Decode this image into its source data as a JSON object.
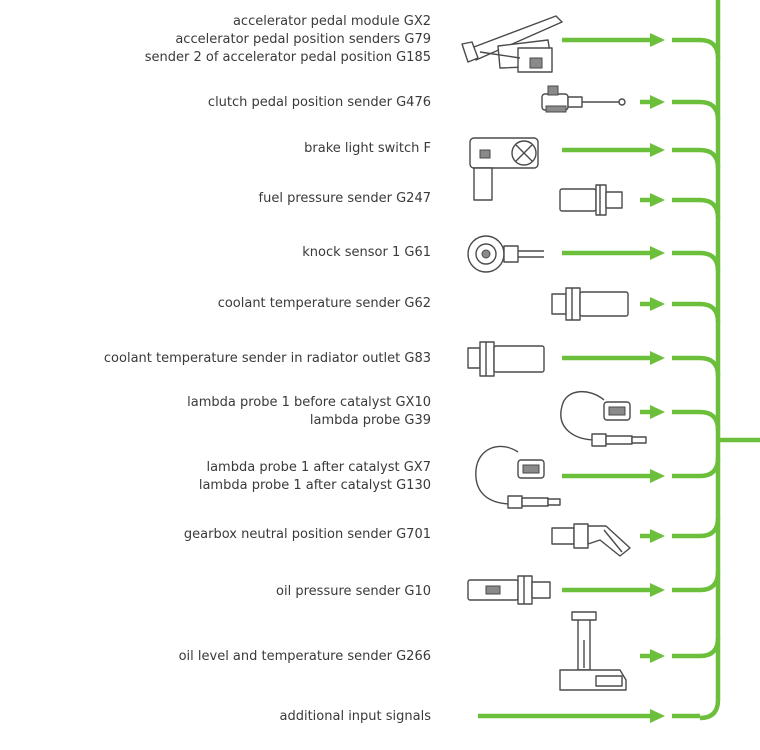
{
  "inputs": [
    {
      "lines": [
        "accelerator pedal module GX2",
        "accelerator pedal position senders G79",
        "sender 2 of accelerator pedal position G185"
      ],
      "icon": "accelerator-pedal-icon"
    },
    {
      "lines": [
        "clutch pedal position sender G476"
      ],
      "icon": "clutch-sender-icon"
    },
    {
      "lines": [
        "brake light switch F"
      ],
      "icon": "brake-switch-icon"
    },
    {
      "lines": [
        "fuel pressure sender G247"
      ],
      "icon": "pressure-sender-icon"
    },
    {
      "lines": [
        "knock sensor 1 G61"
      ],
      "icon": "knock-sensor-icon"
    },
    {
      "lines": [
        "coolant temperature sender G62"
      ],
      "icon": "temperature-sender-icon"
    },
    {
      "lines": [
        "coolant temperature sender in radiator outlet G83"
      ],
      "icon": "temperature-sender-icon"
    },
    {
      "lines": [
        "lambda probe 1 before catalyst GX10",
        "lambda probe G39"
      ],
      "icon": "lambda-probe-icon"
    },
    {
      "lines": [
        "lambda probe 1 after catalyst GX7",
        "lambda probe 1 after catalyst G130"
      ],
      "icon": "lambda-probe-icon"
    },
    {
      "lines": [
        "gearbox neutral position sender G701"
      ],
      "icon": "neutral-sender-icon"
    },
    {
      "lines": [
        "oil pressure sender G10"
      ],
      "icon": "oil-pressure-sender-icon"
    },
    {
      "lines": [
        "oil level and temperature sender G266"
      ],
      "icon": "oil-level-sender-icon"
    },
    {
      "lines": [
        "additional input signals"
      ],
      "icon": ""
    }
  ],
  "colors": {
    "bus": "#6cbf3a",
    "text": "#3a3a3a",
    "sketch": "#4a4a4a"
  }
}
